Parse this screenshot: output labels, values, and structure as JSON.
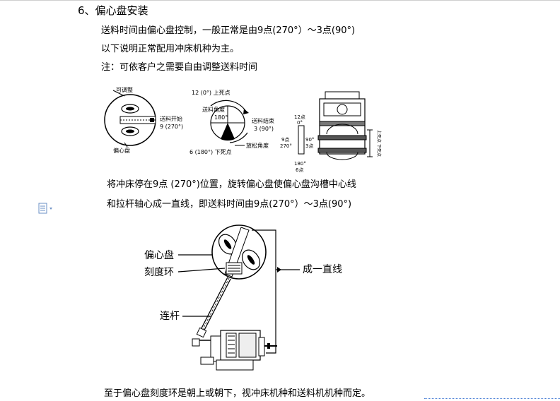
{
  "section": {
    "title": "6、偏心盘安装"
  },
  "intro": {
    "line1": "送料时间由偏心盘控制，一般正常是由9点(270°）～3点(90°)",
    "line2": "以下说明正常配用冲床机种为主。",
    "line3": "注：可依客户之需要自由调整送料时间"
  },
  "figure1": {
    "adjustable": "可调整",
    "eccentric_disc": "偏心盘",
    "top_dead": "12 (0°) 上死点",
    "feed_start_1": "送料开始",
    "feed_start_2": "9 (270°)",
    "feed_angle_1": "送料角度",
    "feed_angle_2": "180°",
    "feed_end_1": "送料结束",
    "feed_end_2": "3 (90°)",
    "release_angle": "放松角度",
    "bottom_dead": "6 (180°) 下死点",
    "clock_12a": "12点",
    "clock_12b": "0°",
    "clock_9a": "9点",
    "clock_9b": "270°",
    "clock_3a": "90°",
    "clock_3b": "3点",
    "clock_6a": "180°",
    "clock_6b": "6点",
    "side_a": "上死点",
    "side_b": "下死点"
  },
  "middle": {
    "line1": "将冲床停在9点 (270°)位置，旋转偏心盘使偏心盘沟槽中心线",
    "line2": "和拉杆轴心成一直线，即送料时间由9点(270°）～3点(90°)"
  },
  "figure2": {
    "eccentric_disc": "偏心盘",
    "scale_ring": "刻度环",
    "connecting_rod": "连杆",
    "aligned": "成一直线"
  },
  "footer": {
    "line": "至于偏心盘刻度环是朝上或朝下，视冲床机种和送料机机种而定。"
  }
}
